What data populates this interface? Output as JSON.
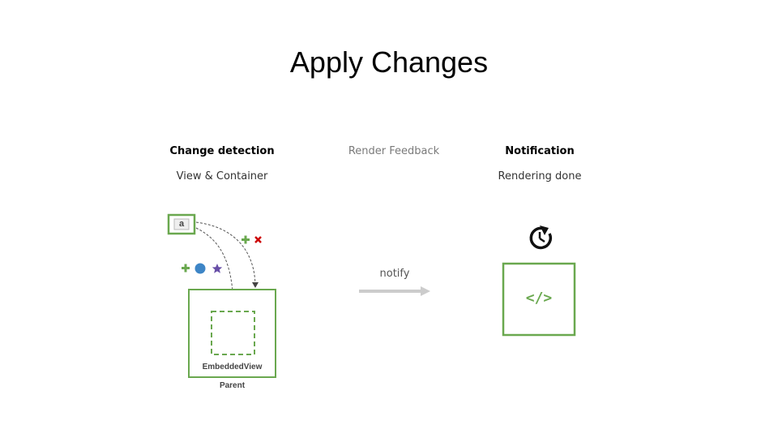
{
  "title": "Apply Changes",
  "columns": {
    "left": {
      "heading": "Change detection",
      "subheading": "View & Container"
    },
    "middle": {
      "heading": "Render Feedback"
    },
    "right": {
      "heading": "Notification",
      "subheading": "Rendering done"
    }
  },
  "diagram": {
    "node_a": "a",
    "embedded_view_label": "EmbeddedView",
    "parent_label": "Parent",
    "arrow_label": "notify",
    "code_symbol": "</>",
    "icons": [
      "plus-icon",
      "close-icon",
      "circle-icon",
      "star-icon",
      "history-icon"
    ],
    "colors": {
      "accent_green": "#6aa84f",
      "remove_red": "#cc0000",
      "circle_blue": "#3d85c6",
      "star_purple": "#674ea7",
      "arrow_gray": "#cccccc"
    }
  }
}
